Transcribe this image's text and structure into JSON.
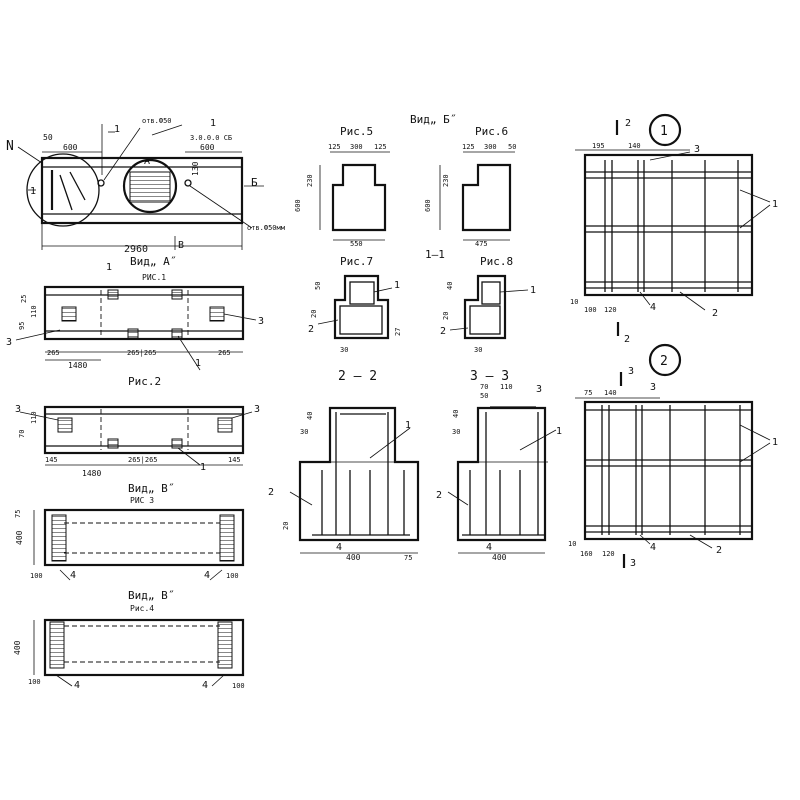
{
  "labels": {
    "n": "N",
    "view_a": "Вид„ А˝",
    "view_b": "Вид„ Б˝",
    "view_v": "Вид„ В˝",
    "ris1": "РИС.1",
    "ris2": "Рис.2",
    "ris3": "РИС 3",
    "ris4": "Рис.4",
    "ris5": "Рис.5",
    "ris6": "Рис.6",
    "ris7": "Рис.7",
    "ris8": "Рис.8",
    "sec11": "1—1",
    "sec22": "2 — 2",
    "sec33": "3 — 3",
    "a": "А",
    "b": "Б",
    "v": "В",
    "hole50": "отв.Ф50",
    "hole50mm": "отв.Ф50мм",
    "mark": "3.0.0.0 СБ",
    "c1": "1",
    "c2": "2",
    "c3": "3",
    "c4": "4"
  },
  "dims": {
    "d2960": "2960",
    "d600": "600",
    "d50": "50",
    "d130": "130",
    "d265": "265",
    "d1480": "1480",
    "d265b": "265|265",
    "d25": "25",
    "d110": "110",
    "d95": "95",
    "d145": "145",
    "d70": "70",
    "d400": "400",
    "d100": "100",
    "d75": "75",
    "d125": "125",
    "d300": "300",
    "d230": "230",
    "d550": "550",
    "d475": "475",
    "d40": "40",
    "d20": "20",
    "d27": "27",
    "d30": "30",
    "d195": "195",
    "d140": "140",
    "d120": "120",
    "d10": "10",
    "d160": "160"
  }
}
